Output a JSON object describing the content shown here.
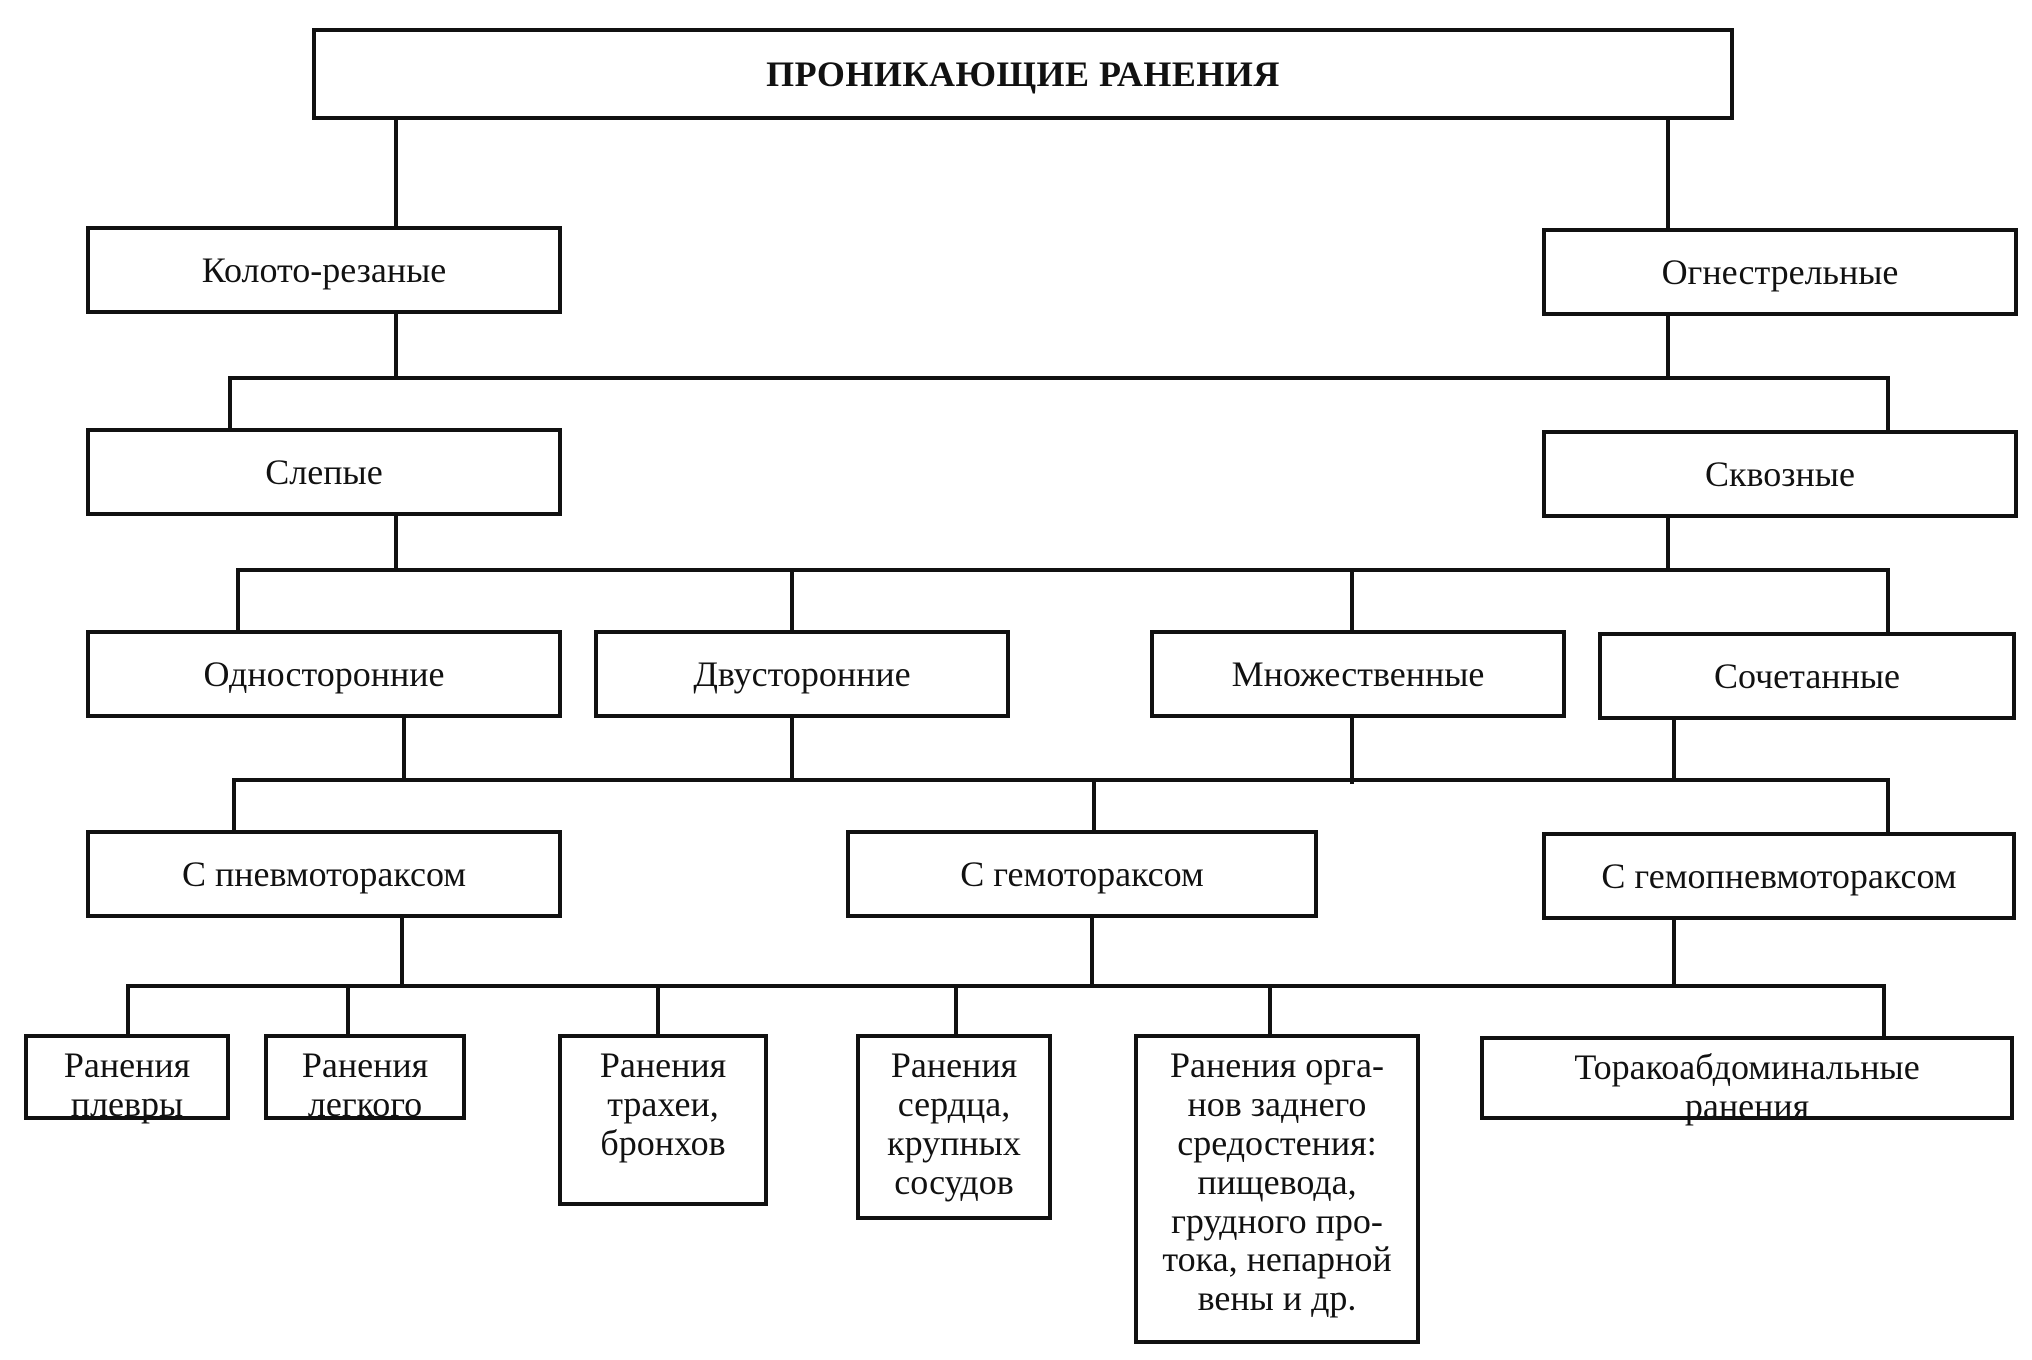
{
  "root": {
    "label": "ПРОНИКАЮЩИЕ РАНЕНИЯ"
  },
  "by_weapon": {
    "stab": "Колото-резаные",
    "gunshot": "Огнестрельные"
  },
  "by_channel": {
    "blind": "Слепые",
    "through": "Сквозные"
  },
  "by_extent": {
    "unilateral": "Односторонние",
    "bilateral": "Двусторонние",
    "multiple": "Множественные",
    "combined": "Сочетанные"
  },
  "by_complication": {
    "pneumothorax": "С пневмотораксом",
    "hemothorax": "С гемотораксом",
    "hemopneumothorax": "С гемопневмотораксом"
  },
  "by_organ": {
    "pleura": "Ранения\nплевры",
    "lung": "Ранения\nлегкого",
    "trachea": "Ранения\nтрахеи,\nбронхов",
    "heart": "Ранения\nсердца,\nкрупных\nсосудов",
    "mediastinum": "Ранения орга-\nнов заднего\nсредостения:\nпищевода,\nгрудного про-\nтока, непарной\nвены и др.",
    "thoracoabdominal": "Торакоабдоминальные\nранения"
  }
}
